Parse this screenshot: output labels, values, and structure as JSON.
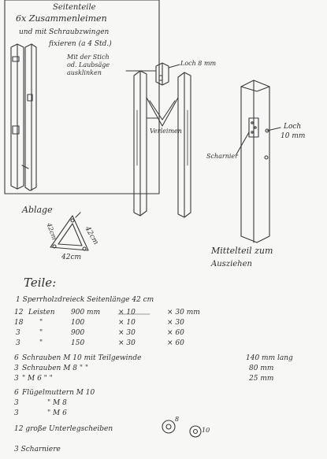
{
  "side_box": {
    "title": "Seitenteile",
    "line1": "6x Zusammenleimen",
    "line2": "und mit Schraubzwingen",
    "line3": "fixieren (a 4 Std.)"
  },
  "center": {
    "note_line1": "Mit der Stich",
    "note_line2": "od. Laubsäge",
    "note_line3": "ausklinken",
    "hole_label": "Loch 8 mm",
    "connector_label": "Verleimen"
  },
  "right": {
    "hole_label_line1": "Loch",
    "hole_label_line2": "10 mm",
    "hinge_label": "Scharnier",
    "caption_line1": "Mittelteil zum",
    "caption_line2": "Ausziehen"
  },
  "tray": {
    "title": "Ablage",
    "side_a": "42cm",
    "side_b": "42cm",
    "side_c": "42cm"
  },
  "parts": {
    "heading": "Teile:",
    "intro": "1 Sperrholzdreieck   Seitenlänge 42 cm",
    "rows": [
      {
        "qty": "12",
        "item": "Leisten",
        "a": "900 mm",
        "b": "× 10",
        "c": "× 30 mm"
      },
      {
        "qty": "18",
        "item": "\"",
        "a": "100",
        "b": "× 10",
        "c": "× 30"
      },
      {
        "qty": "3",
        "item": "\"",
        "a": "900",
        "b": "× 30",
        "c": "× 60"
      },
      {
        "qty": "3",
        "item": "\"",
        "a": "150",
        "b": "× 30",
        "c": "× 60"
      }
    ],
    "screws": [
      {
        "qty": "6",
        "text": "Schrauben M 10 mit Teilgewinde",
        "len": "140 mm lang"
      },
      {
        "qty": "3",
        "text": "Schrauben M 8   \"         \"",
        "len": "80 mm"
      },
      {
        "qty": "3",
        "text": "\"        M 6   \"         \"",
        "len": "25 mm"
      }
    ],
    "nuts": [
      {
        "qty": "6",
        "text": "Flügelmuttern M 10"
      },
      {
        "qty": "3",
        "text": "\"           M 8"
      },
      {
        "qty": "3",
        "text": "\"           M 6"
      }
    ],
    "washers": "12 große Unterlegscheiben",
    "washer_sizes": [
      "8",
      "10"
    ],
    "hinges": "3 Scharniere"
  }
}
